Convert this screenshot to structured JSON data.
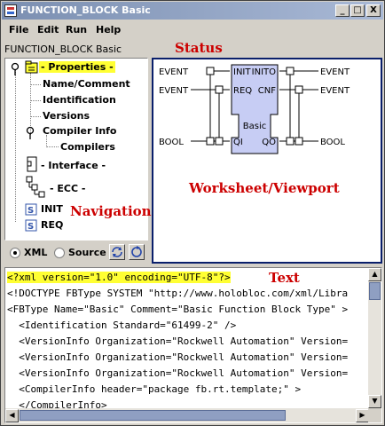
{
  "window": {
    "title": "FUNCTION_BLOCK Basic"
  },
  "titlebar_buttons": {
    "minimize": "_",
    "maximize": "□",
    "close": "X"
  },
  "menu": [
    "File",
    "Edit",
    "Run",
    "Help"
  ],
  "status_text": "FUNCTION_BLOCK Basic",
  "annotations": {
    "status": "Status",
    "worksheet": "Worksheet/Viewport",
    "navigation": "Navigation",
    "text": "Text"
  },
  "tree": {
    "properties": "- Properties -",
    "name_comment": "Name/Comment",
    "identification": "Identification",
    "versions": "Versions",
    "compiler_info": "Compiler Info",
    "compilers": "Compilers",
    "interface": "- Interface -",
    "ecc": "- ECC -",
    "init": "INIT",
    "req": "REQ"
  },
  "nav_toggle": {
    "xml_label": "XML",
    "source_label": "Source",
    "selected": "XML"
  },
  "diagram": {
    "block_name": "Basic",
    "left_ports": [
      {
        "type": "EVENT",
        "name": "INIT"
      },
      {
        "type": "EVENT",
        "name": "REQ"
      },
      {
        "type": "BOOL",
        "name": "QI"
      }
    ],
    "right_ports": [
      {
        "type": "EVENT",
        "name": "INITO"
      },
      {
        "type": "EVENT",
        "name": "CNF"
      },
      {
        "type": "BOOL",
        "name": "QO"
      }
    ]
  },
  "code_lines": [
    "<?xml version=\"1.0\" encoding=\"UTF-8\"?>",
    "<!DOCTYPE FBType SYSTEM \"http://www.holobloc.com/xml/Libra",
    "<FBType Name=\"Basic\" Comment=\"Basic Function Block Type\" >",
    "  <Identification Standard=\"61499-2\" />",
    "  <VersionInfo Organization=\"Rockwell Automation\" Version=",
    "  <VersionInfo Organization=\"Rockwell Automation\" Version=",
    "  <VersionInfo Organization=\"Rockwell Automation\" Version=",
    "  <CompilerInfo header=\"package fb.rt.template;\" >",
    "  </CompilerInfo>"
  ],
  "colors": {
    "highlight": "#ffff33",
    "annotation": "#cc0000",
    "block_fill": "#c7cdf4",
    "viewport_border": "#0a1f6b"
  }
}
